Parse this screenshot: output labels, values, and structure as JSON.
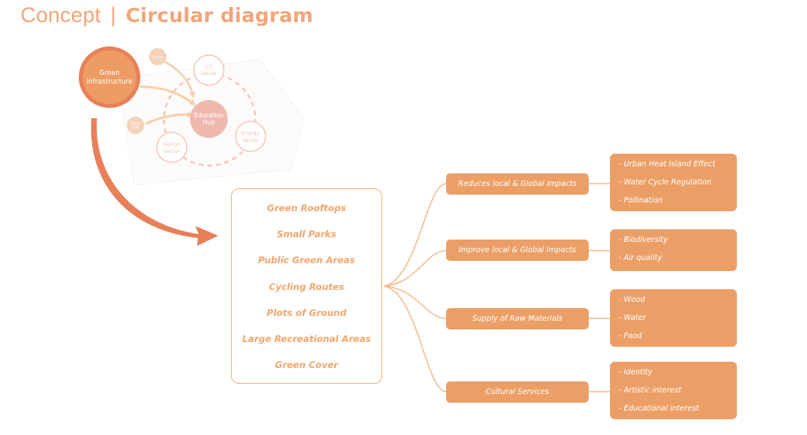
{
  "title": {
    "prefix": "Concept",
    "separator": "|",
    "main": "Circular diagram"
  },
  "colors": {
    "accent": "#eb9f67",
    "title": "#f2a57a",
    "arrow": "#e8805a",
    "hub": "#f0b9ae",
    "sector_stroke": "#f3c8bd",
    "satellite": "#f6d2bb"
  },
  "circular_diagram": {
    "main_node": {
      "line1": "Green",
      "line2": "Infrastructure"
    },
    "hub": {
      "line1": "Education",
      "line2": "Hub"
    },
    "sectors": [
      {
        "line1": "ICT",
        "line2": "Sector"
      },
      {
        "line1": "Energy",
        "line2": "Sector"
      },
      {
        "line1": "Design",
        "line2": "Sector"
      }
    ],
    "satellites": [
      {
        "line1": "School",
        "line2": ""
      },
      {
        "line1": "Water",
        "line2": "front"
      }
    ]
  },
  "elements": {
    "items": [
      "Green Rooftops",
      "Small Parks",
      "Public Green Areas",
      "Cycling Routes",
      "Plots of Ground",
      "Large Recreational Areas",
      "Green Cover"
    ]
  },
  "categories": [
    {
      "label": "Reduces local & Global Impacts",
      "details": [
        "- Urban Heat Island Effect",
        "- Water Cycle Regulation",
        "- Pollination"
      ]
    },
    {
      "label": "Improve local & Global Impacts",
      "details": [
        "- Biodiversity",
        "- Air quality"
      ]
    },
    {
      "label": "Supply of Raw Materials",
      "details": [
        "- Wood",
        "- Water",
        "- Food"
      ]
    },
    {
      "label": "Cultural Services",
      "details": [
        "- Identity",
        "- Artistic interest",
        "- Educational interest"
      ]
    }
  ]
}
